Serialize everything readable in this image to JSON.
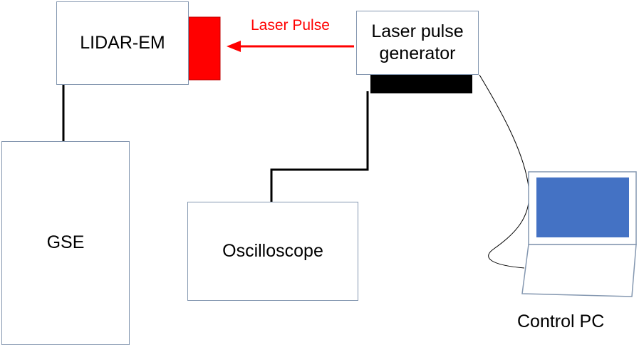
{
  "diagram": {
    "nodes": {
      "lidar": {
        "label": "LIDAR-EM"
      },
      "generator": {
        "label_line1": "Laser pulse",
        "label_line2": "generator"
      },
      "gse": {
        "label": "GSE"
      },
      "oscilloscope": {
        "label": "Oscilloscope"
      },
      "pc": {
        "label": "Control PC"
      }
    },
    "edges": {
      "laser_pulse": {
        "label": "Laser Pulse"
      }
    }
  },
  "colors": {
    "box_border": "#8497b0",
    "laser": "#ff0000",
    "cable": "#000000",
    "pc_screen": "#4472c4",
    "pc_border": "#8497b0",
    "connector": "#000000"
  }
}
